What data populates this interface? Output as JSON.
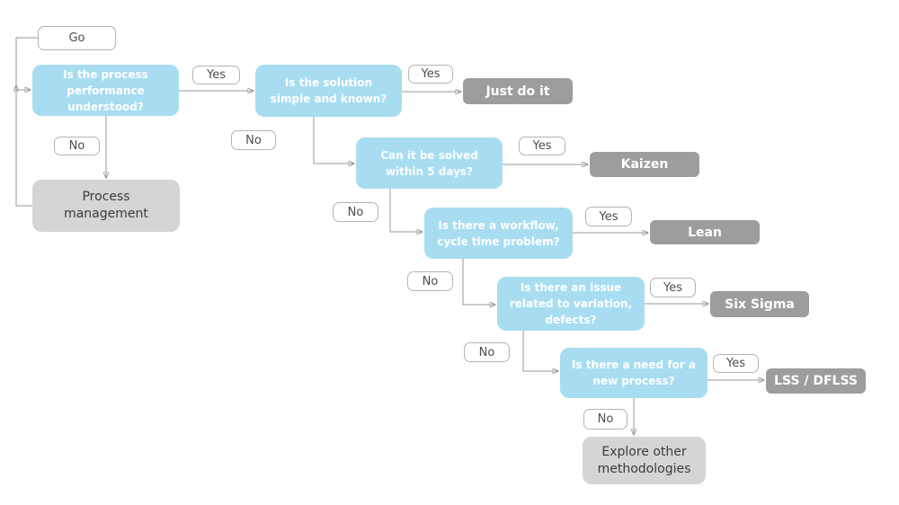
{
  "diagram": {
    "type": "flowchart",
    "background": "#ffffff",
    "colors": {
      "question_fill": "#a8ddf1",
      "question_text": "#ffffff",
      "result_fill": "#9d9d9d",
      "result_text": "#ffffff",
      "terminal_fill": "#d5d5d5",
      "terminal_text": "#3b3b3b",
      "label_box_fill": "#ffffff",
      "label_box_border": "#b4b4b4",
      "label_text": "#4d4d4d",
      "connector": "#989898"
    },
    "nodes": {
      "go": "Go",
      "q1": "Is the process\nperformance\nunderstood?",
      "q2": "Is the solution\nsimple and known?",
      "q3": "Can it be solved\nwithin 5 days?",
      "q4": "Is there a workflow,\ncycle time problem?",
      "q5": "Is there an issue\nrelated to variation,\ndefects?",
      "q6": "Is there a need for a\nnew process?",
      "just_do_it": "Just do it",
      "kaizen": "Kaizen",
      "lean": "Lean",
      "six_sigma": "Six Sigma",
      "lss_dflss": "LSS / DFLSS",
      "process_management": "Process\nmanagement",
      "explore_other": "Explore other\nmethodologies"
    },
    "edge_labels": {
      "q1_yes": "Yes",
      "q1_no": "No",
      "q2_yes": "Yes",
      "q2_no": "No",
      "q3_yes": "Yes",
      "q3_no": "No",
      "q4_yes": "Yes",
      "q4_no": "No",
      "q5_yes": "Yes",
      "q5_no": "No",
      "q6_yes": "Yes",
      "q6_no": "No"
    },
    "edges": [
      {
        "from": "go",
        "to": "q1",
        "label": ""
      },
      {
        "from": "process_management",
        "to": "q1",
        "label": ""
      },
      {
        "from": "q1",
        "to": "q2",
        "label": "Yes"
      },
      {
        "from": "q1",
        "to": "process_management",
        "label": "No"
      },
      {
        "from": "q2",
        "to": "just_do_it",
        "label": "Yes"
      },
      {
        "from": "q2",
        "to": "q3",
        "label": "No"
      },
      {
        "from": "q3",
        "to": "kaizen",
        "label": "Yes"
      },
      {
        "from": "q3",
        "to": "q4",
        "label": "No"
      },
      {
        "from": "q4",
        "to": "lean",
        "label": "Yes"
      },
      {
        "from": "q4",
        "to": "q5",
        "label": "No"
      },
      {
        "from": "q5",
        "to": "six_sigma",
        "label": "Yes"
      },
      {
        "from": "q5",
        "to": "q6",
        "label": "No"
      },
      {
        "from": "q6",
        "to": "lss_dflss",
        "label": "Yes"
      },
      {
        "from": "q6",
        "to": "explore_other",
        "label": "No"
      }
    ]
  }
}
